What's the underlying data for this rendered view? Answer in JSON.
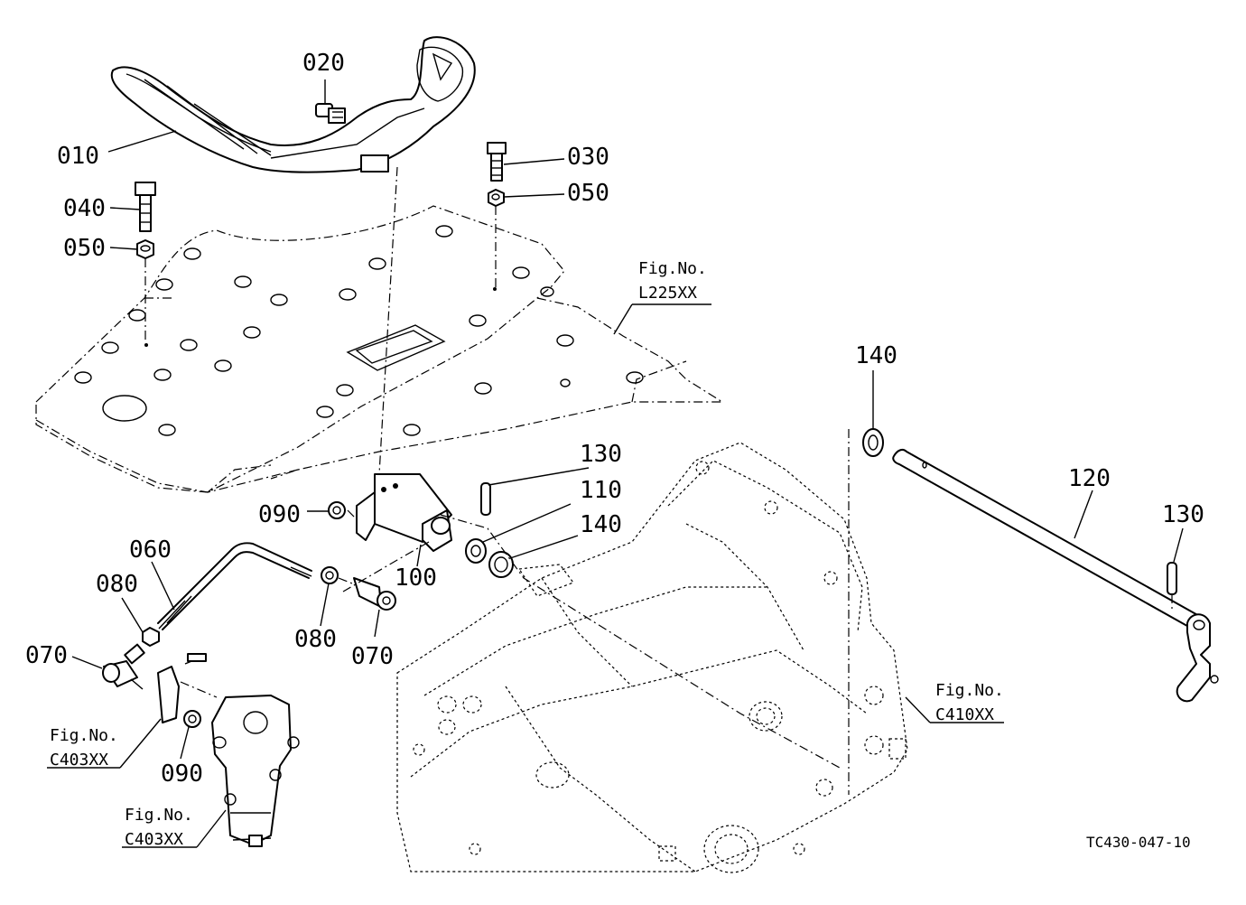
{
  "callouts": {
    "c010": "010",
    "c020": "020",
    "c030": "030",
    "c040": "040",
    "c050a": "050",
    "c050b": "050",
    "c060": "060",
    "c070a": "070",
    "c070b": "070",
    "c080a": "080",
    "c080b": "080",
    "c090a": "090",
    "c090b": "090",
    "c100": "100",
    "c110": "110",
    "c120": "120",
    "c130a": "130",
    "c130b": "130",
    "c140a": "140",
    "c140b": "140"
  },
  "figure_refs": {
    "l225": {
      "line1": "Fig.No.",
      "line2": "L225XX"
    },
    "c410": {
      "line1": "Fig.No.",
      "line2": "C410XX"
    },
    "c403a": {
      "line1": "Fig.No.",
      "line2": "C403XX"
    },
    "c403b": {
      "line1": "Fig.No.",
      "line2": "C403XX"
    }
  },
  "drawing_code": "TC430-047-10"
}
